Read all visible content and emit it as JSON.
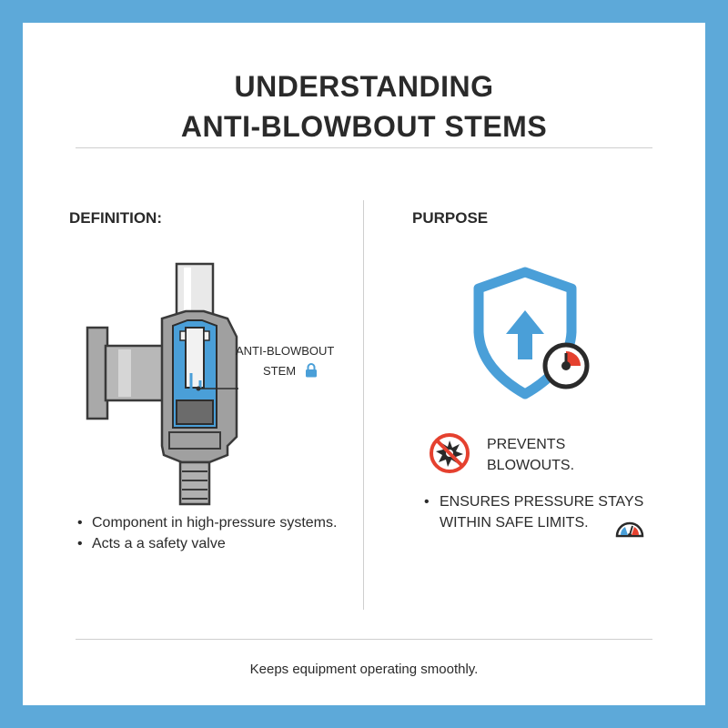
{
  "title_line1": "UNDERSTANDING",
  "title_line2": "ANTI-BLOWBOUT STEMS",
  "definition": {
    "heading": "DEFINITION:",
    "callout_line1": "ANTI-BLOWBOUT",
    "callout_line2": "STEM",
    "bullets": [
      "Component in high-pressure systems.",
      "Acts a a safety valve"
    ]
  },
  "purpose": {
    "heading": "PURPOSE",
    "item1_line1": "PREVENTS",
    "item1_line2": "BLOWOUTS.",
    "item2_line1": "ENSURES PRESSURE STAYS",
    "item2_line2": "WITHIN SAFE LIMITS."
  },
  "footer": "Keeps equipment operating smoothly.",
  "colors": {
    "frame": "#5da9d9",
    "accent_blue": "#4a9fd8",
    "warning_red": "#e5412f",
    "metal_gray": "#8e8e8e"
  },
  "icons": [
    "valve-diagram",
    "lock-icon",
    "shield-arrow-icon",
    "gauge-icon",
    "no-blowout-icon",
    "pressure-gauge-icon"
  ]
}
